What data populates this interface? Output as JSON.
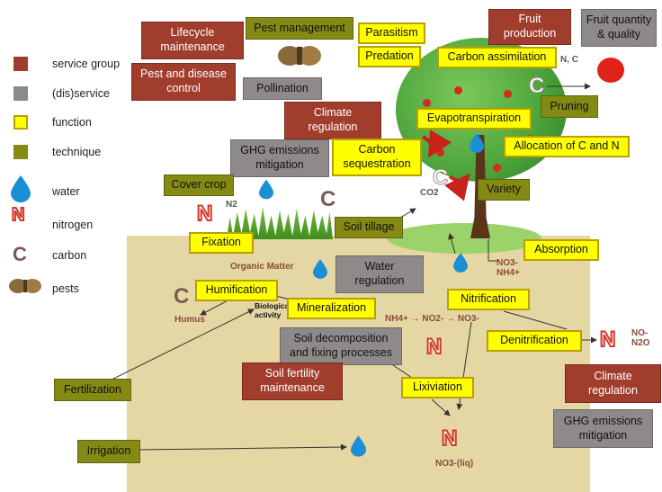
{
  "legend": {
    "service_group": "service group",
    "disservice": "(dis)service",
    "function": "function",
    "technique": "technique",
    "water": "water",
    "nitrogen": "nitrogen",
    "carbon": "carbon",
    "pests": "pests",
    "nitrogen_symbol": "N",
    "carbon_symbol": "C"
  },
  "colors": {
    "service_group": "#a13d2d",
    "disservice": "#8f8a8a",
    "function": "#ffff00",
    "technique": "#848a13",
    "water": "#1b8fd6",
    "soil": "#e5d7a3"
  },
  "boxes": {
    "lifecycle": "Lifecycle\nmaintenance",
    "pest_mgmt": "Pest management",
    "parasitism": "Parasitism",
    "predation": "Predation",
    "carbon_assim": "Carbon assimilation",
    "fruit_prod": "Fruit\nproduction",
    "fruit_qq": "Fruit quantity\n& quality",
    "pest_disease": "Pest and disease\ncontrol",
    "pollination": "Pollination",
    "climate_top": "Climate\nregulation",
    "evapo": "Evapotranspiration",
    "pruning": "Pruning",
    "ghg_top": "GHG emissions\nmitigation",
    "carbon_seq": "Carbon\nsequestration",
    "allocation": "Allocation of C and N",
    "cover_crop": "Cover crop",
    "variety": "Variety",
    "fixation": "Fixation",
    "soil_tillage": "Soil tillage",
    "absorption": "Absorption",
    "water_reg": "Water\nregulation",
    "humification": "Humification",
    "mineralization": "Mineralization",
    "nitrification": "Nitrification",
    "soil_decomp": "Soil decomposition\nand fixing processes",
    "denitrification": "Denitrification",
    "soil_fertility": "Soil fertility\nmaintenance",
    "climate_bottom": "Climate\nregulation",
    "lixiviation": "Lixiviation",
    "ghg_bottom": "GHG emissions\nmitigation",
    "fertilization": "Fertilization",
    "irrigation": "Irrigation"
  },
  "labels": {
    "nc": "N, C",
    "n2": "N2",
    "co2": "CO2",
    "organic_matter": "Organic Matter",
    "humus": "Humus",
    "biological_activity": "Biological\nactivity",
    "no3_nh4": "NO3-\nNH4+",
    "nitrogen_chain": "NH4+ → NO2- → NO3-",
    "no_n2o": "NO-\nN2O",
    "no3_liq": "NO3-(liq)"
  }
}
